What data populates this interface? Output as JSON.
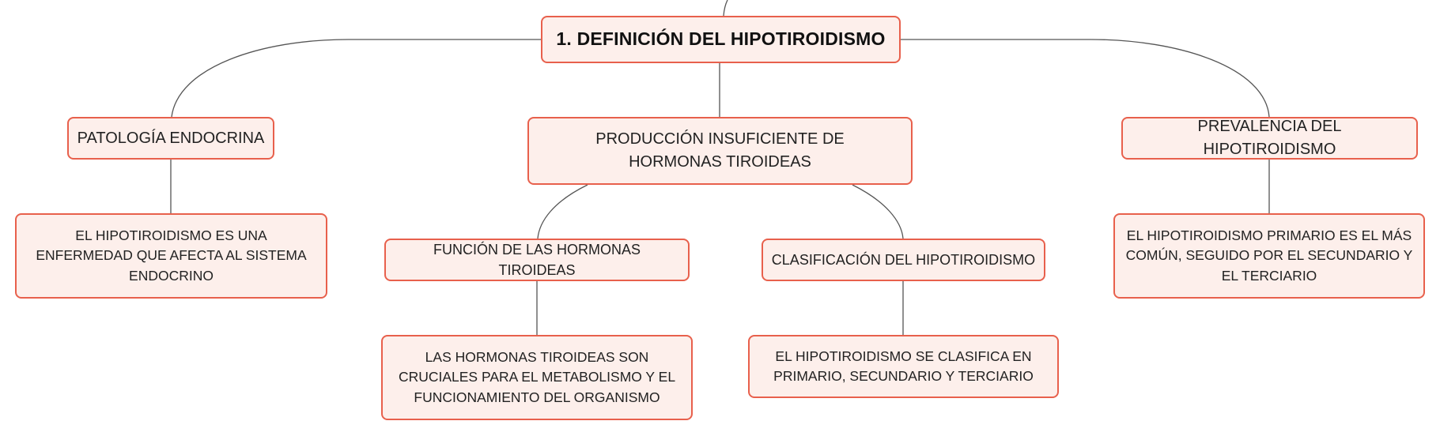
{
  "mindmap": {
    "root": "1. DEFINICIÓN DEL HIPOTIROIDISMO",
    "left": {
      "topic": "PATOLOGÍA ENDOCRINA",
      "detail": "EL HIPOTIROIDISMO ES UNA ENFERMEDAD QUE AFECTA AL SISTEMA ENDOCRINO"
    },
    "center": {
      "topic": "PRODUCCIÓN INSUFICIENTE DE HORMONAS TIROIDEAS",
      "sub_left": {
        "topic": "FUNCIÓN DE LAS HORMONAS TIROIDEAS",
        "detail": "LAS HORMONAS TIROIDEAS SON CRUCIALES PARA EL METABOLISMO Y EL FUNCIONAMIENTO DEL ORGANISMO"
      },
      "sub_right": {
        "topic": "CLASIFICACIÓN DEL HIPOTIROIDISMO",
        "detail": "EL HIPOTIROIDISMO SE CLASIFICA EN PRIMARIO, SECUNDARIO Y TERCIARIO"
      }
    },
    "right": {
      "topic": "PREVALENCIA DEL HIPOTIROIDISMO",
      "detail": "EL HIPOTIROIDISMO PRIMARIO ES EL MÁS COMÚN, SEGUIDO POR EL SECUNDARIO Y EL TERCIARIO"
    }
  },
  "colors": {
    "node_fill": "#fdefeb",
    "node_border": "#e8604c",
    "connector": "#555555"
  }
}
